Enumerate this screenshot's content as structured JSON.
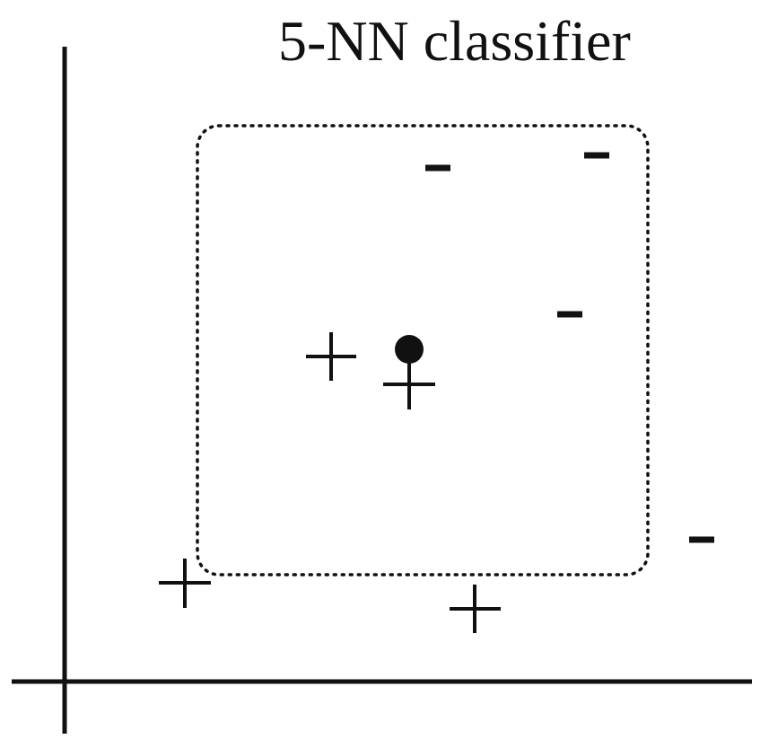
{
  "title": "5-NN classifier",
  "colors": {
    "ink": "#111111",
    "background": "#ffffff"
  },
  "neighborhood": {
    "style": "dotted rounded rectangle",
    "k": 5
  },
  "query_point": {
    "icon": "filled-circle"
  },
  "points": [
    {
      "class": "positive",
      "symbol": "plus",
      "in_neighborhood": true
    },
    {
      "class": "positive",
      "symbol": "plus",
      "in_neighborhood": true
    },
    {
      "class": "positive",
      "symbol": "plus",
      "in_neighborhood": false
    },
    {
      "class": "positive",
      "symbol": "plus",
      "in_neighborhood": false
    },
    {
      "class": "negative",
      "symbol": "minus",
      "in_neighborhood": true
    },
    {
      "class": "negative",
      "symbol": "minus",
      "in_neighborhood": true
    },
    {
      "class": "negative",
      "symbol": "minus",
      "in_neighborhood": true
    },
    {
      "class": "negative",
      "symbol": "minus",
      "in_neighborhood": false
    }
  ]
}
